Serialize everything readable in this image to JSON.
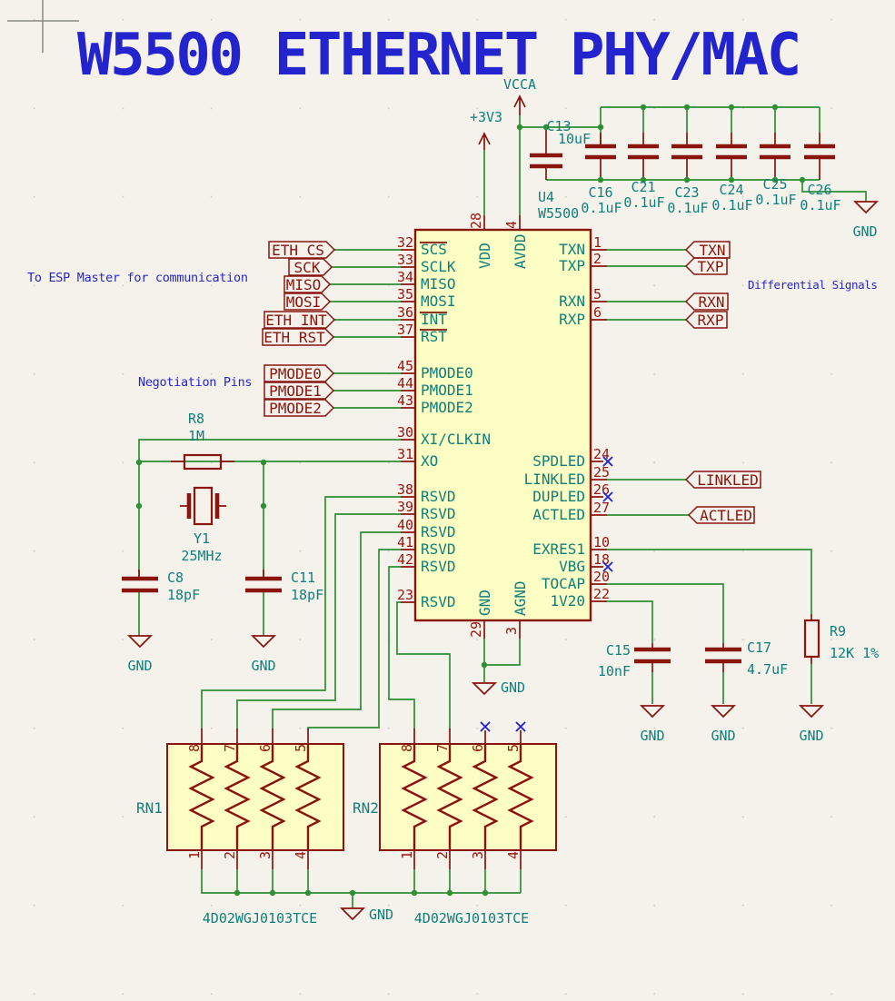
{
  "title": "W5500 ETHERNET PHY/MAC",
  "notes": {
    "esp": "To ESP Master for communication",
    "negotiation": "Negotiation Pins",
    "differential": "Differential Signals"
  },
  "power": {
    "v33": "+3V3",
    "vcca": "VCCA",
    "gnd": "GND"
  },
  "ic": {
    "ref": "U4",
    "value": "W5500",
    "left": [
      {
        "n": "32",
        "name": "SCS"
      },
      {
        "n": "33",
        "name": "SCLK"
      },
      {
        "n": "34",
        "name": "MISO"
      },
      {
        "n": "35",
        "name": "MOSI"
      },
      {
        "n": "36",
        "name": "INT"
      },
      {
        "n": "37",
        "name": "RST"
      },
      {
        "n": "45",
        "name": "PMODE0"
      },
      {
        "n": "44",
        "name": "PMODE1"
      },
      {
        "n": "43",
        "name": "PMODE2"
      },
      {
        "n": "30",
        "name": "XI/CLKIN"
      },
      {
        "n": "31",
        "name": "XO"
      },
      {
        "n": "38",
        "name": "RSVD"
      },
      {
        "n": "39",
        "name": "RSVD"
      },
      {
        "n": "40",
        "name": "RSVD"
      },
      {
        "n": "41",
        "name": "RSVD"
      },
      {
        "n": "42",
        "name": "RSVD"
      },
      {
        "n": "23",
        "name": "RSVD"
      }
    ],
    "right": [
      {
        "n": "1",
        "name": "TXN"
      },
      {
        "n": "2",
        "name": "TXP"
      },
      {
        "n": "5",
        "name": "RXN"
      },
      {
        "n": "6",
        "name": "RXP"
      },
      {
        "n": "24",
        "name": "SPDLED"
      },
      {
        "n": "25",
        "name": "LINKLED"
      },
      {
        "n": "26",
        "name": "DUPLED"
      },
      {
        "n": "27",
        "name": "ACTLED"
      },
      {
        "n": "10",
        "name": "EXRES1"
      },
      {
        "n": "18",
        "name": "VBG"
      },
      {
        "n": "20",
        "name": "TOCAP"
      },
      {
        "n": "22",
        "name": "1V20"
      }
    ],
    "top": [
      {
        "n": "28",
        "name": "VDD"
      },
      {
        "n": "4",
        "name": "AVDD"
      }
    ],
    "bottom": [
      {
        "n": "29",
        "name": "GND"
      },
      {
        "n": "3",
        "name": "AGND"
      }
    ]
  },
  "net_labels": {
    "left": [
      "ETH_CS",
      "SCK",
      "MISO",
      "MOSI",
      "ETH_INT",
      "ETH_RST",
      "PMODE0",
      "PMODE1",
      "PMODE2"
    ],
    "right": [
      "TXN",
      "TXP",
      "RXN",
      "RXP",
      "LINKLED",
      "ACTLED"
    ]
  },
  "components": {
    "r8": {
      "ref": "R8",
      "value": "1M"
    },
    "y1": {
      "ref": "Y1",
      "value": "25MHz"
    },
    "c8": {
      "ref": "C8",
      "value": "18pF"
    },
    "c11": {
      "ref": "C11",
      "value": "18pF"
    },
    "c13": {
      "ref": "C13",
      "value": "10uF"
    },
    "bank": [
      {
        "ref": "C16",
        "value": "0.1uF"
      },
      {
        "ref": "C21",
        "value": "0.1uF"
      },
      {
        "ref": "C23",
        "value": "0.1uF"
      },
      {
        "ref": "C24",
        "value": "0.1uF"
      },
      {
        "ref": "C25",
        "value": "0.1uF"
      },
      {
        "ref": "C26",
        "value": "0.1uF"
      }
    ],
    "c15": {
      "ref": "C15",
      "value": "10nF"
    },
    "c17": {
      "ref": "C17",
      "value": "4.7uF"
    },
    "r9": {
      "ref": "R9",
      "value": "12K 1%"
    },
    "rn1": {
      "ref": "RN1",
      "value": "4D02WGJ0103TCE"
    },
    "rn2": {
      "ref": "RN2",
      "value": "4D02WGJ0103TCE"
    },
    "rn_pins": {
      "t1": "8",
      "t2": "7",
      "t3": "6",
      "t4": "5",
      "b1": "1",
      "b2": "2",
      "b3": "3",
      "b4": "4"
    }
  },
  "colors": {
    "wire": "#2E8F33",
    "component": "#8A140E",
    "pin_name": "#0F7F7B",
    "note": "#2424CE",
    "ic_fill": "#FDFEC4"
  }
}
